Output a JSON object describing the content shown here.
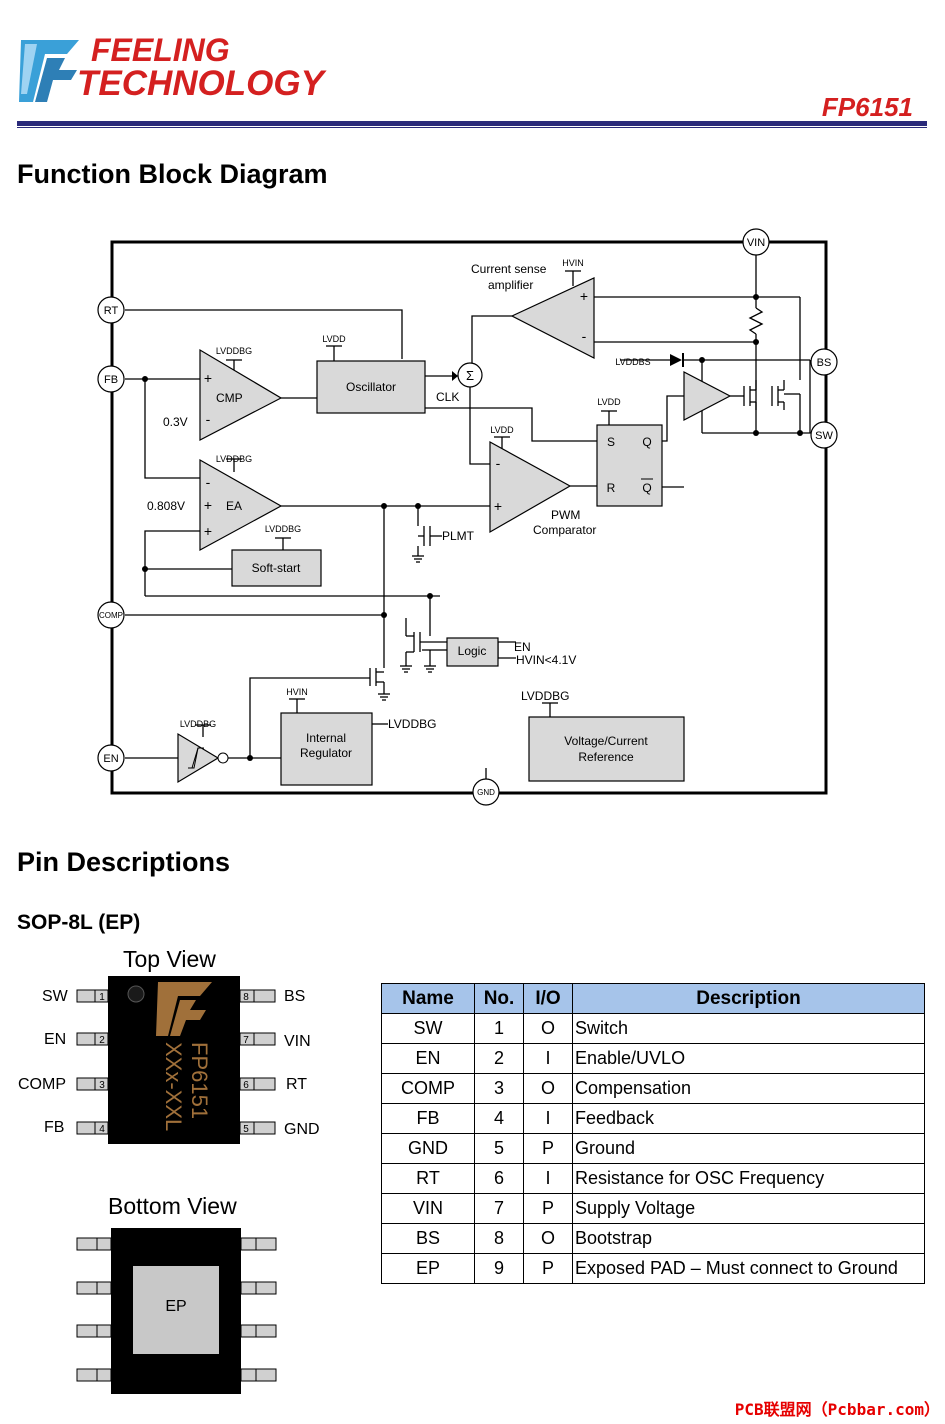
{
  "header": {
    "logo_line1": "FEELING",
    "logo_line2": "TECHNOLOGY",
    "part_number": "FP6151"
  },
  "section_block": {
    "title": "Function Block Diagram"
  },
  "diagram": {
    "pins": {
      "vin": "VIN",
      "rt": "RT",
      "fb": "FB",
      "comp": "COMP",
      "en": "EN",
      "bs": "BS",
      "sw": "SW",
      "gnd": "GND"
    },
    "blocks": {
      "oscillator": "Oscillator",
      "softstart": "Soft-start",
      "logic": "Logic",
      "regulator_l1": "Internal",
      "regulator_l2": "Regulator",
      "reference_l1": "Voltage/Current",
      "reference_l2": "Reference",
      "sr_s": "S",
      "sr_q": "Q",
      "sr_r": "R",
      "sr_qbar": "Q"
    },
    "labels": {
      "cmp": "CMP",
      "ea": "EA",
      "v03": "0.3V",
      "v0808": "0.808V",
      "lvddbg": "LVDDBG",
      "lvdd": "LVDD",
      "hvin": "HVIN",
      "lvddbs": "LVDDBS",
      "cs_l1": "Current sense",
      "cs_l2": "amplifier",
      "clk": "CLK",
      "sigma": "Σ",
      "pwm_l1": "PWM",
      "pwm_l2": "Comparator",
      "plmt": "PLMT",
      "en_sig": "EN",
      "hvin_uv": "HVIN<4.1V",
      "lvddbg_out": "LVDDBG",
      "lvddbg_ref": "LVDDBG",
      "plus": "+",
      "minus": "-"
    }
  },
  "section_pins": {
    "title": "Pin Descriptions",
    "package": "SOP-8L (EP)"
  },
  "package": {
    "top_view": "Top View",
    "bottom_view": "Bottom View",
    "marking_l1": "FP6151",
    "marking_l2": "XXx-XXL",
    "ep_label": "EP",
    "left_pins": [
      {
        "name": "SW",
        "num": "1"
      },
      {
        "name": "EN",
        "num": "2"
      },
      {
        "name": "COMP",
        "num": "3"
      },
      {
        "name": "FB",
        "num": "4"
      }
    ],
    "right_pins": [
      {
        "name": "BS",
        "num": "8"
      },
      {
        "name": "VIN",
        "num": "7"
      },
      {
        "name": "RT",
        "num": "6"
      },
      {
        "name": "GND",
        "num": "5"
      }
    ]
  },
  "pin_table": {
    "headers": [
      "Name",
      "No.",
      "I/O",
      "Description"
    ],
    "rows": [
      [
        "SW",
        "1",
        "O",
        "Switch"
      ],
      [
        "EN",
        "2",
        "I",
        "Enable/UVLO"
      ],
      [
        "COMP",
        "3",
        "O",
        "Compensation"
      ],
      [
        "FB",
        "4",
        "I",
        "Feedback"
      ],
      [
        "GND",
        "5",
        "P",
        "Ground"
      ],
      [
        "RT",
        "6",
        "I",
        "Resistance for OSC Frequency"
      ],
      [
        "VIN",
        "7",
        "P",
        "Supply Voltage"
      ],
      [
        "BS",
        "8",
        "O",
        "Bootstrap"
      ],
      [
        "EP",
        "9",
        "P",
        "Exposed PAD – Must connect to Ground"
      ]
    ]
  },
  "watermark": "PCB联盟网（Pcbbar.com）",
  "colors": {
    "logo_red": "#d42020",
    "header_rule": "#2a2a7a",
    "table_header": "#a6c4ea",
    "block_fill": "#d9d9d9",
    "watermark": "#e60000"
  }
}
